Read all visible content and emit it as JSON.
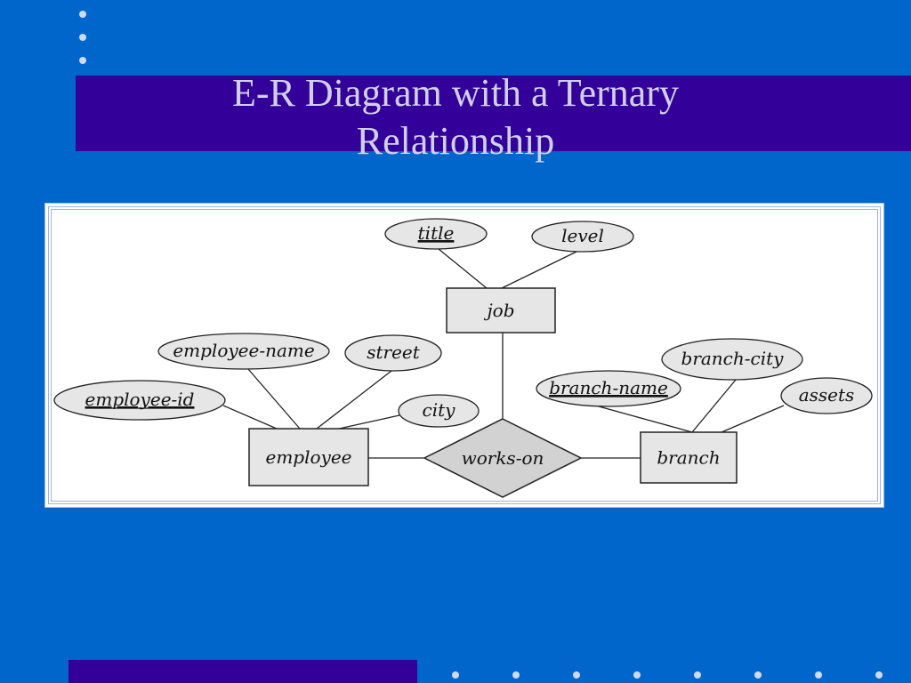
{
  "slide": {
    "title_line1": "E-R Diagram with a Ternary",
    "title_line2": "Relationship"
  },
  "diagram": {
    "relationship": {
      "id": "works-on",
      "label": "works-on"
    },
    "entities": [
      {
        "id": "job",
        "label": "job"
      },
      {
        "id": "employee",
        "label": "employee"
      },
      {
        "id": "branch",
        "label": "branch"
      }
    ],
    "attributes": [
      {
        "id": "title",
        "label": "title",
        "of": "job",
        "key": true
      },
      {
        "id": "level",
        "label": "level",
        "of": "job",
        "key": false
      },
      {
        "id": "employee-name",
        "label": "employee-name",
        "of": "employee",
        "key": false
      },
      {
        "id": "street",
        "label": "street",
        "of": "employee",
        "key": false
      },
      {
        "id": "employee-id",
        "label": "employee-id",
        "of": "employee",
        "key": true
      },
      {
        "id": "city",
        "label": "city",
        "of": "employee",
        "key": false
      },
      {
        "id": "branch-city",
        "label": "branch-city",
        "of": "branch",
        "key": false
      },
      {
        "id": "branch-name",
        "label": "branch-name",
        "of": "branch",
        "key": true
      },
      {
        "id": "assets",
        "label": "assets",
        "of": "branch",
        "key": false
      }
    ],
    "colors": {
      "shape_fill": "#e6e6e6",
      "relationship_fill": "#d2d2d2",
      "stroke": "#222222"
    }
  }
}
